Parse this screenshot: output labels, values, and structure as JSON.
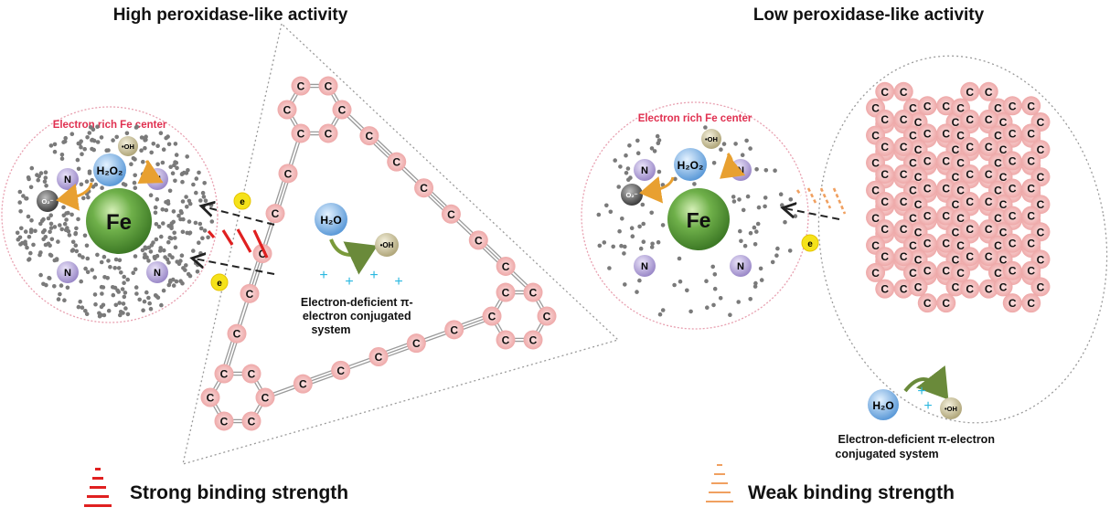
{
  "left_panel": {
    "title": "High peroxidase-like activity",
    "fe_center_label": "Electron rich Fe center",
    "fe": "Fe",
    "n_label": "N",
    "h2o2": "H₂O₂",
    "oh": "•OH",
    "o2": "O₂⁻",
    "electron": "e",
    "h2o": "H₂O",
    "plus": "+",
    "carbon": "C",
    "system_caption": [
      "Electron-deficient π-",
      "electron conjugated",
      "system"
    ]
  },
  "right_panel": {
    "title": "Low peroxidase-like activity",
    "fe_center_label": "Electron rich Fe center",
    "fe": "Fe",
    "n_label": "N",
    "h2o2": "H₂O₂",
    "oh": "•OH",
    "o2": "O₂⁻",
    "electron": "e",
    "h2o": "H₂O",
    "plus": "+",
    "carbon": "C",
    "system_caption": [
      "Electron-deficient π-electron",
      "conjugated system"
    ]
  },
  "legend": {
    "strong": "Strong binding strength",
    "weak": "Weak binding strength"
  },
  "colors": {
    "strong_bars": "#e02020",
    "weak_bars": "#f0a060",
    "fe_sphere": "#5a9a3a",
    "n_sphere": "#a99ad0",
    "h2o_sphere": "#7fb4e4",
    "oh_sphere": "#c9c09a",
    "electron": "#f5e21a",
    "carbon_ring": "#f2b8b8",
    "circle_outline": "#e8a0b0",
    "plus_sign": "#2ab8e0"
  }
}
